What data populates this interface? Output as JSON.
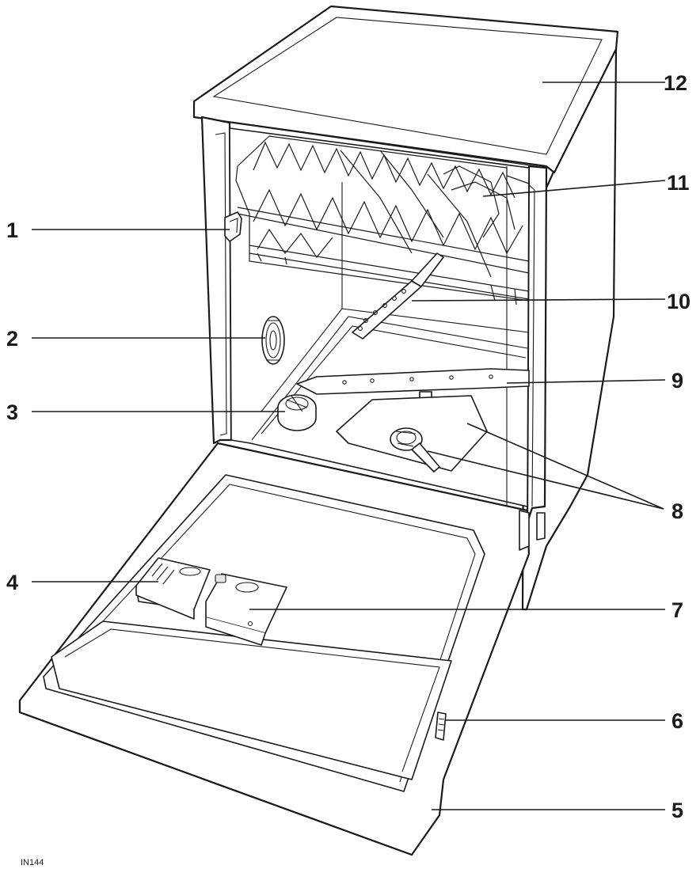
{
  "callouts": [
    {
      "label": "1"
    },
    {
      "label": "2"
    },
    {
      "label": "3"
    },
    {
      "label": "4"
    },
    {
      "label": "5"
    },
    {
      "label": "6"
    },
    {
      "label": "7"
    },
    {
      "label": "8"
    },
    {
      "label": "9"
    },
    {
      "label": "10"
    },
    {
      "label": "11"
    },
    {
      "label": "12"
    }
  ],
  "figure_code": "IN144",
  "colors": {
    "ink": "#1a1a1a",
    "paper": "#ffffff",
    "shade": "#e6e6e6"
  }
}
